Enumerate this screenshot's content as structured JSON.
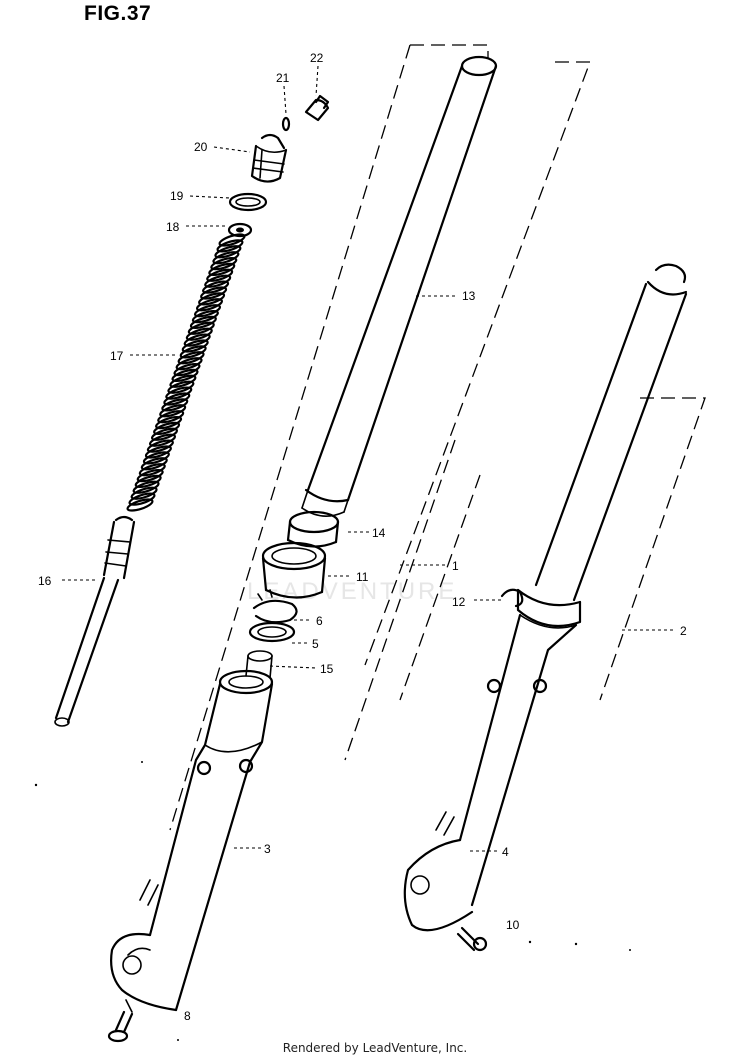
{
  "figure": {
    "title": "FIG.37",
    "footer": "Rendered by LeadVenture, Inc.",
    "watermark": "LEADVENTURE"
  },
  "callouts": [
    {
      "id": "1",
      "text": "1"
    },
    {
      "id": "2",
      "text": "2"
    },
    {
      "id": "3",
      "text": "3"
    },
    {
      "id": "4",
      "text": "4"
    },
    {
      "id": "5",
      "text": "5"
    },
    {
      "id": "6",
      "text": "6"
    },
    {
      "id": "8",
      "text": "8"
    },
    {
      "id": "10",
      "text": "10"
    },
    {
      "id": "11",
      "text": "11"
    },
    {
      "id": "12",
      "text": "12"
    },
    {
      "id": "13",
      "text": "13"
    },
    {
      "id": "14",
      "text": "14"
    },
    {
      "id": "15",
      "text": "15"
    },
    {
      "id": "16",
      "text": "16"
    },
    {
      "id": "17",
      "text": "17"
    },
    {
      "id": "18",
      "text": "18"
    },
    {
      "id": "19",
      "text": "19"
    },
    {
      "id": "20",
      "text": "20"
    },
    {
      "id": "21",
      "text": "21"
    },
    {
      "id": "22",
      "text": "22"
    }
  ]
}
